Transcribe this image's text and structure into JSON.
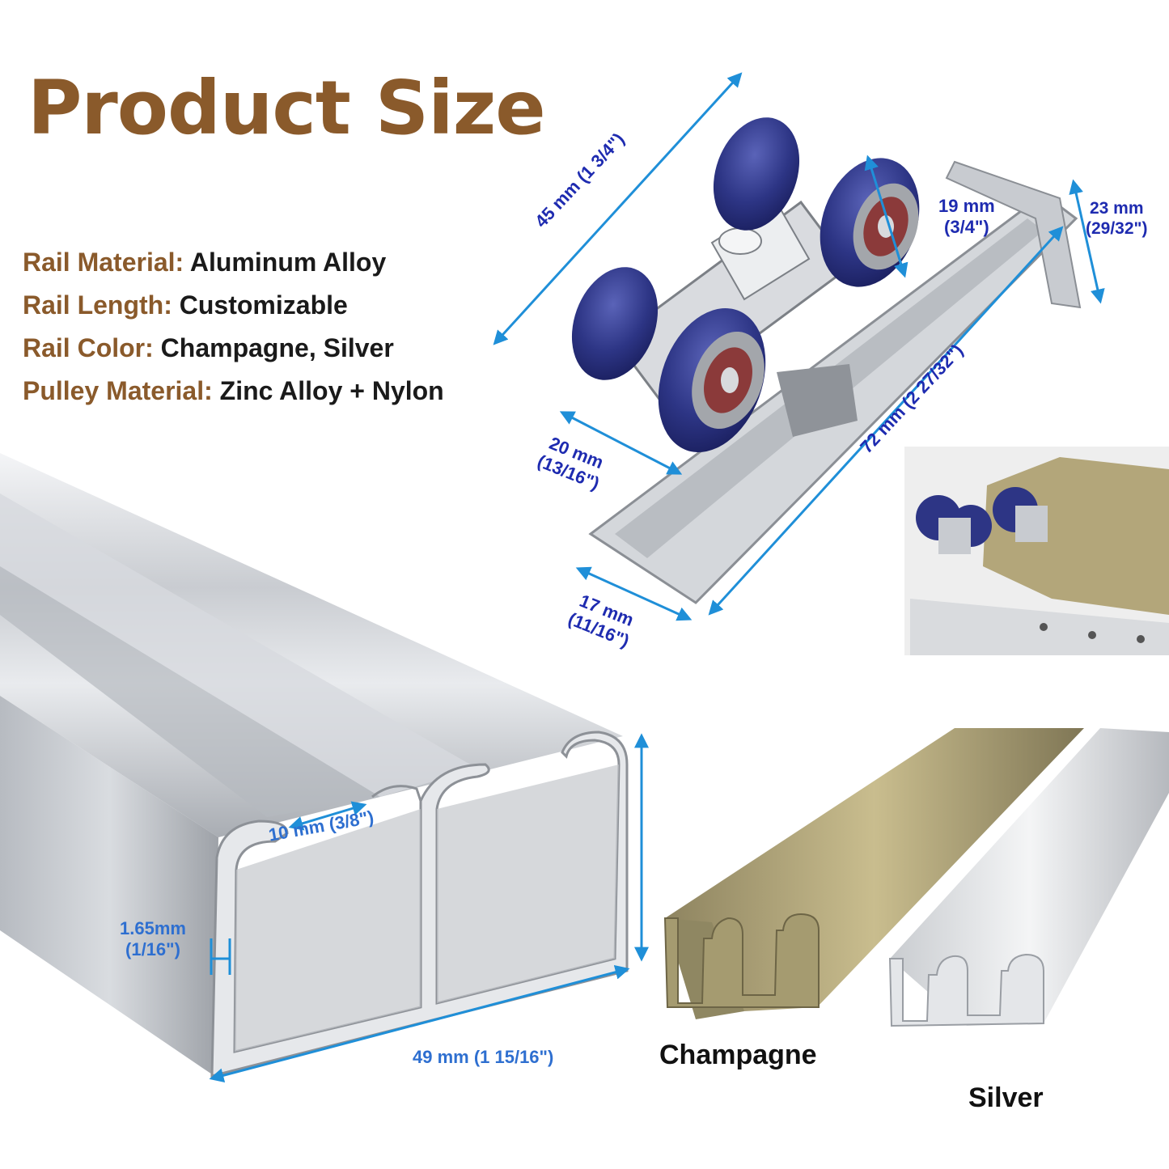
{
  "title": "Product Size",
  "specs": [
    {
      "label": "Rail Material:",
      "value": "Aluminum Alloy"
    },
    {
      "label": "Rail Length:",
      "value": "Customizable"
    },
    {
      "label": "Rail Color:",
      "value": "Champagne, Silver"
    },
    {
      "label": "Pulley Material:",
      "value": "Zinc Alloy + Nylon"
    }
  ],
  "dimensions": {
    "carriage_length": "45 mm (1 3/4\")",
    "wheel_diameter_mm": "19 mm",
    "wheel_diameter_in": "(3/4\")",
    "bracket_height_mm": "23 mm",
    "bracket_height_in": "(29/32\")",
    "wheel_width_mm": "20 mm",
    "wheel_width_in": "(13/16\")",
    "base_length": "72 mm (2 27/32\")",
    "base_width_mm": "17 mm",
    "base_width_in": "(11/16\")",
    "slot_width": "10 mm (3/8\")",
    "wall_thickness_mm": "1.65mm",
    "wall_thickness_in": "(1/16\")",
    "rail_width": "49 mm (1 15/16\")"
  },
  "colors": {
    "champagne_label": "Champagne",
    "silver_label": "Silver"
  }
}
